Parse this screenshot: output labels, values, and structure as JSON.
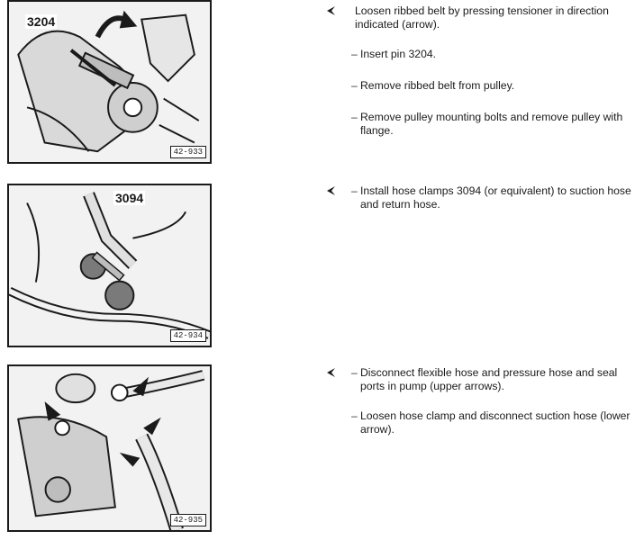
{
  "sections": [
    {
      "figure_number": "42-933",
      "part_label": "3204",
      "steps": [
        {
          "kind": "main",
          "text": "Loosen ribbed belt by pressing tensioner in direction indicated (arrow)."
        },
        {
          "kind": "sub",
          "marker": "–",
          "text": "Insert pin 3204."
        },
        {
          "kind": "sub",
          "marker": "–",
          "text": "Remove ribbed belt from pulley."
        },
        {
          "kind": "sub",
          "marker": "–",
          "text": "Remove pulley mounting bolts and remove pulley with flange."
        }
      ]
    },
    {
      "figure_number": "42-934",
      "part_label": "3094",
      "steps": [
        {
          "kind": "main",
          "marker": "–",
          "text": "Install hose clamps 3094 (or equivalent) to suction hose and return hose."
        }
      ]
    },
    {
      "figure_number": "42-935",
      "part_label": "",
      "steps": [
        {
          "kind": "main",
          "marker": "–",
          "text": "Disconnect flexible hose and pressure hose and seal ports in pump (upper arrows)."
        },
        {
          "kind": "sub",
          "marker": "–",
          "text": "Loosen hose clamp and disconnect suction hose (lower arrow)."
        }
      ]
    }
  ],
  "icons": {
    "pointer": "left-pointer-icon"
  },
  "colors": {
    "ink": "#1a1a1a",
    "background": "#ffffff"
  }
}
